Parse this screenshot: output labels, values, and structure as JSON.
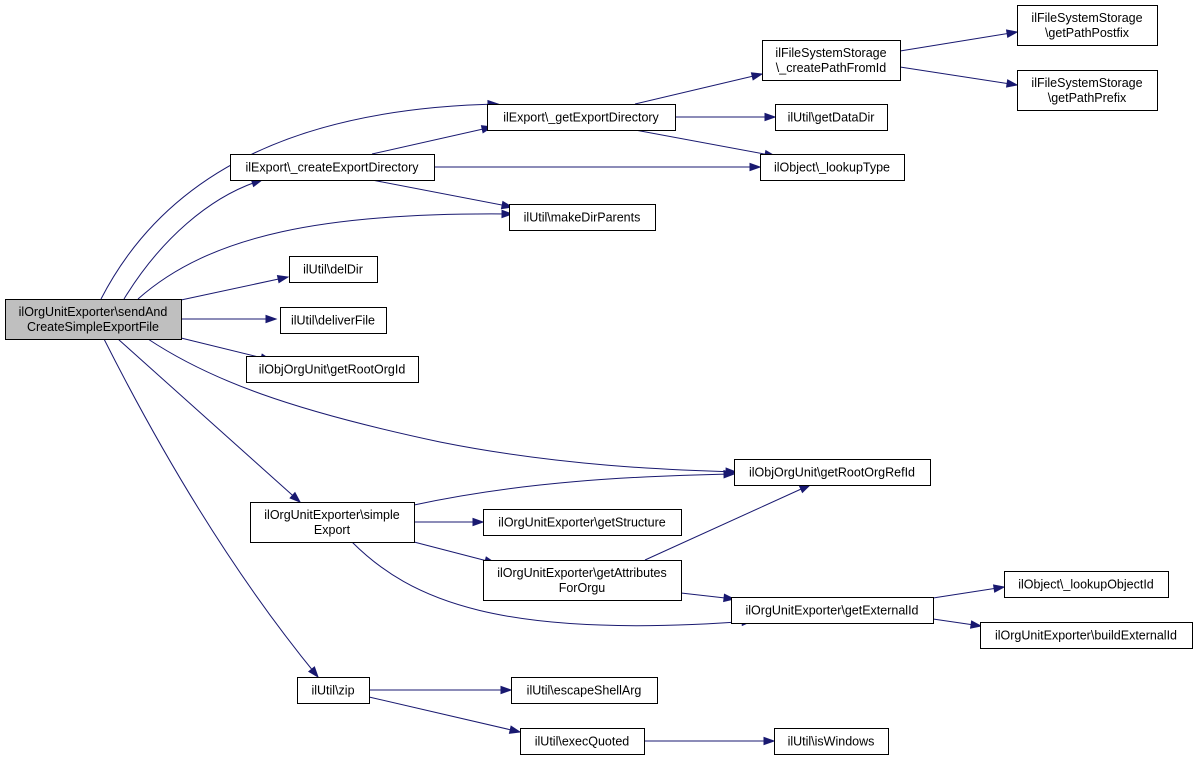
{
  "colors": {
    "edge": "#191970",
    "node_fill": "#ffffff",
    "root_fill": "#bfbfbf",
    "border": "#000000"
  },
  "nodes": {
    "root": [
      "ilOrgUnitExporter\\sendAnd",
      "CreateSimpleExportFile"
    ],
    "createExportDirectory": [
      "ilExport\\_createExportDirectory"
    ],
    "getExportDirectory": [
      "ilExport\\_getExportDirectory"
    ],
    "createPathFromId": [
      "ilFileSystemStorage",
      "\\_createPathFromId"
    ],
    "getPathPostfix": [
      "ilFileSystemStorage",
      "\\getPathPostfix"
    ],
    "getPathPrefix": [
      "ilFileSystemStorage",
      "\\getPathPrefix"
    ],
    "getDataDir": [
      "ilUtil\\getDataDir"
    ],
    "lookupType": [
      "ilObject\\_lookupType"
    ],
    "makeDirParents": [
      "ilUtil\\makeDirParents"
    ],
    "delDir": [
      "ilUtil\\delDir"
    ],
    "deliverFile": [
      "ilUtil\\deliverFile"
    ],
    "getRootOrgId": [
      "ilObjOrgUnit\\getRootOrgId"
    ],
    "getRootOrgRefId": [
      "ilObjOrgUnit\\getRootOrgRefId"
    ],
    "simpleExport": [
      "ilOrgUnitExporter\\simple",
      "Export"
    ],
    "getStructure": [
      "ilOrgUnitExporter\\getStructure"
    ],
    "getAttributesForOrgu": [
      "ilOrgUnitExporter\\getAttributes",
      "ForOrgu"
    ],
    "getExternalId": [
      "ilOrgUnitExporter\\getExternalId"
    ],
    "lookupObjectId": [
      "ilObject\\_lookupObjectId"
    ],
    "buildExternalId": [
      "ilOrgUnitExporter\\buildExternalId"
    ],
    "zip": [
      "ilUtil\\zip"
    ],
    "escapeShellArg": [
      "ilUtil\\escapeShellArg"
    ],
    "execQuoted": [
      "ilUtil\\execQuoted"
    ],
    "isWindows": [
      "ilUtil\\isWindows"
    ]
  },
  "edges": [
    [
      "root",
      "getExportDirectory"
    ],
    [
      "root",
      "createExportDirectory"
    ],
    [
      "root",
      "makeDirParents"
    ],
    [
      "root",
      "delDir"
    ],
    [
      "root",
      "deliverFile"
    ],
    [
      "root",
      "getRootOrgId"
    ],
    [
      "root",
      "getRootOrgRefId"
    ],
    [
      "root",
      "simpleExport"
    ],
    [
      "root",
      "zip"
    ],
    [
      "createExportDirectory",
      "getExportDirectory"
    ],
    [
      "createExportDirectory",
      "lookupType"
    ],
    [
      "createExportDirectory",
      "makeDirParents"
    ],
    [
      "getExportDirectory",
      "createPathFromId"
    ],
    [
      "getExportDirectory",
      "getDataDir"
    ],
    [
      "getExportDirectory",
      "lookupType"
    ],
    [
      "createPathFromId",
      "getPathPostfix"
    ],
    [
      "createPathFromId",
      "getPathPrefix"
    ],
    [
      "simpleExport",
      "getRootOrgRefId"
    ],
    [
      "simpleExport",
      "getStructure"
    ],
    [
      "simpleExport",
      "getAttributesForOrgu"
    ],
    [
      "simpleExport",
      "getExternalId"
    ],
    [
      "getAttributesForOrgu",
      "getRootOrgRefId"
    ],
    [
      "getAttributesForOrgu",
      "getExternalId"
    ],
    [
      "getExternalId",
      "lookupObjectId"
    ],
    [
      "getExternalId",
      "buildExternalId"
    ],
    [
      "zip",
      "escapeShellArg"
    ],
    [
      "zip",
      "execQuoted"
    ],
    [
      "execQuoted",
      "isWindows"
    ]
  ]
}
